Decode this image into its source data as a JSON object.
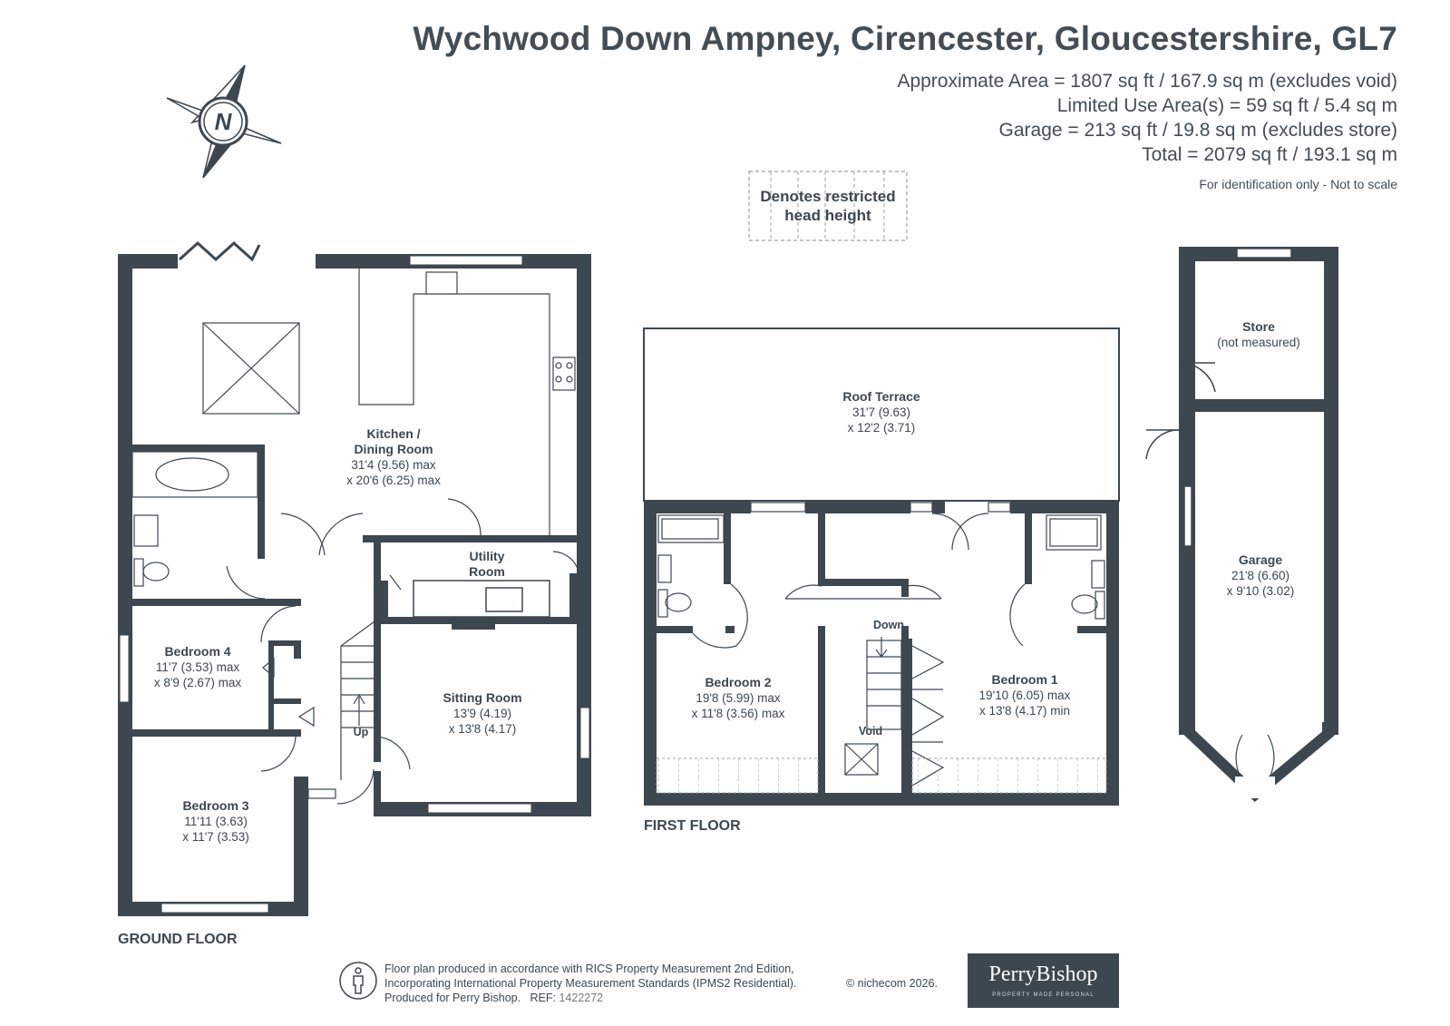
{
  "header": {
    "title": "Wychwood Down Ampney, Cirencester, Gloucestershire, GL7",
    "area_lines": [
      "Approximate Area = 1807 sq ft / 167.9 sq m (excludes void)",
      "Limited Use Area(s) = 59 sq ft / 5.4 sq m",
      "Garage = 213 sq ft / 19.8 sq m (excludes store)",
      "Total = 2079 sq ft / 193.1 sq m"
    ],
    "disclaimer": "For identification only - Not to scale"
  },
  "legend": {
    "line1": "Denotes restricted",
    "line2": "head height"
  },
  "compass": {
    "letter": "N"
  },
  "floors": {
    "ground": "GROUND FLOOR",
    "first": "FIRST FLOOR"
  },
  "rooms": {
    "kitchen": {
      "name1": "Kitchen /",
      "name2": "Dining Room",
      "dim1": "31'4 (9.56) max",
      "dim2": "x 20'6 (6.25) max"
    },
    "utility": {
      "name1": "Utility",
      "name2": "Room"
    },
    "bedroom4": {
      "name": "Bedroom 4",
      "dim1": "11'7 (3.53) max",
      "dim2": "x 8'9 (2.67) max"
    },
    "sitting": {
      "name": "Sitting Room",
      "dim1": "13'9 (4.19)",
      "dim2": "x 13'8 (4.17)"
    },
    "bedroom3": {
      "name": "Bedroom 3",
      "dim1": "11'11 (3.63)",
      "dim2": "x 11'7 (3.53)"
    },
    "stairs_up": "Up",
    "roof_terrace": {
      "name": "Roof Terrace",
      "dim1": "31'7 (9.63)",
      "dim2": "x 12'2 (3.71)"
    },
    "bedroom2": {
      "name": "Bedroom 2",
      "dim1": "19'8 (5.99) max",
      "dim2": "x 11'8 (3.56) max"
    },
    "bedroom1": {
      "name": "Bedroom 1",
      "dim1": "19'10 (6.05) max",
      "dim2": "x 13'8 (4.17) min"
    },
    "stairs_down": "Down",
    "void": "Void",
    "store": {
      "name": "Store",
      "note": "(not measured)"
    },
    "garage": {
      "name": "Garage",
      "dim1": "21'8 (6.60)",
      "dim2": "x 9'10 (3.02)"
    }
  },
  "footer": {
    "line1": "Floor plan produced in accordance with RICS Property Measurement 2nd Edition,",
    "line2": "Incorporating International Property Measurement Standards (IPMS2 Residential).",
    "line3": "Produced for Perry Bishop.",
    "ref_label": "REF:",
    "ref_value": "1422272",
    "copyright": "© nichecom 2026."
  },
  "logo": {
    "name": "PerryBishop",
    "tagline": "PROPERTY MADE PERSONAL"
  },
  "colors": {
    "wall": "#3d4750",
    "text": "#3d4750",
    "logo_bg": "#3d4750"
  }
}
